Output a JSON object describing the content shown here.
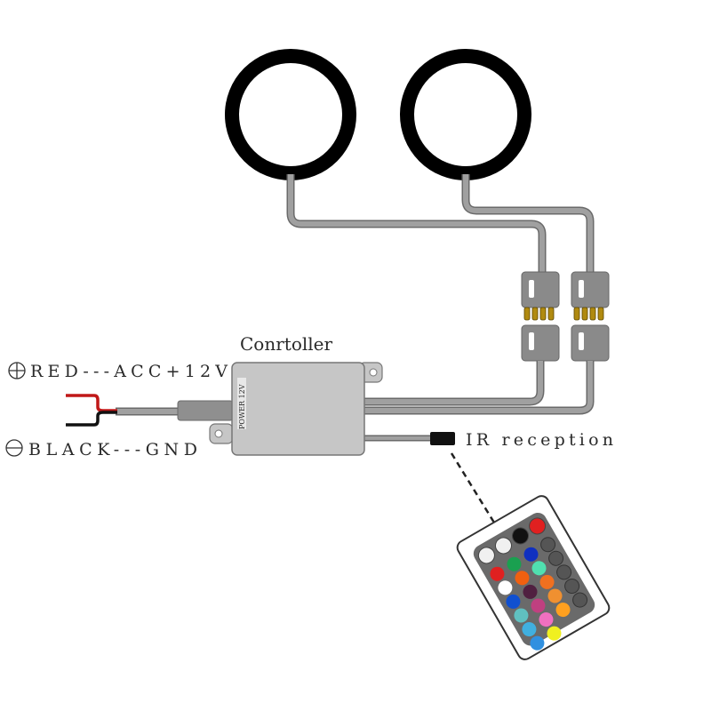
{
  "diagram": {
    "title": "",
    "labels": {
      "controller": "Conrtoller",
      "red_wire": "RED---ACC+12V",
      "black_wire": "BLACK---GND",
      "ir": "IR reception",
      "controller_power": "POWER 12V"
    },
    "symbols": {
      "positive": "plus-in-circle",
      "negative": "minus-in-circle"
    },
    "lights": [
      {
        "name": "light-ring-1"
      },
      {
        "name": "light-ring-2"
      }
    ],
    "connectors": [
      {
        "name": "connector-1",
        "pins": 4
      },
      {
        "name": "connector-2",
        "pins": 4
      }
    ],
    "remote": {
      "top_buttons": [
        "brightness-up",
        "brightness-down",
        "off",
        "on"
      ],
      "color_buttons": [
        "#e02020",
        "#1aa050",
        "#1030c0",
        "#ffffff",
        "#f06010",
        "#50e0b0",
        "#1050d0",
        "#502040",
        "#f07020",
        "#60c0c0",
        "#c04080",
        "#f09030",
        "#40b0e0",
        "#f070c0",
        "#ffa020",
        "#3090e0",
        "#f0f020"
      ]
    },
    "colors": {
      "wire_gray": "#9a9a9a",
      "wire_outline": "#6a6a6a",
      "controller_fill": "#c6c6c6",
      "connector_fill": "#8a8a8a",
      "pin_gold": "#b08a10",
      "red_wire": "#c01818",
      "black_wire": "#111111",
      "ring": "#000000"
    }
  }
}
